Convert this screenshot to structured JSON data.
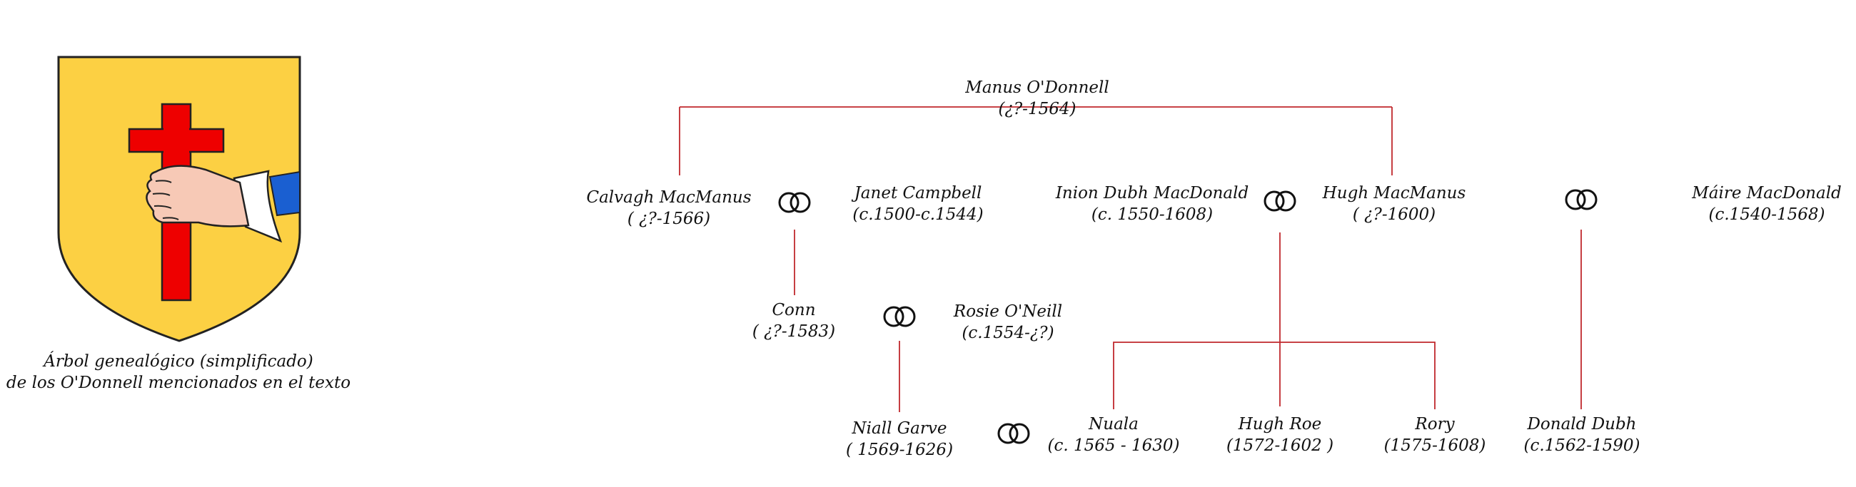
{
  "caption": {
    "line1": "Árbol genealógico (simplificado)",
    "line2": "de los O'Donnell mencionados en el texto"
  },
  "colors": {
    "line": "#c0282d",
    "shield_field": "#fcd043",
    "cross": "#ee0000",
    "sleeve": "#1a5fd1"
  },
  "icons": {
    "coat_of_arms": "shield-with-red-cross-and-hand-icon",
    "marriage": "interlocking-rings-icon"
  },
  "people": {
    "manus": {
      "name": "Manus O'Donnell",
      "dates": "(¿?-1564)"
    },
    "calvagh": {
      "name": "Calvagh  MacManus",
      "dates": "( ¿?-1566)"
    },
    "janet": {
      "name": "Janet Campbell",
      "dates": "(c.1500-c.1544)"
    },
    "ineen": {
      "name": "Inion Dubh MacDonald",
      "dates": "(c. 1550-1608)"
    },
    "hugh_mm": {
      "name": "Hugh  MacManus",
      "dates": "( ¿?-1600)"
    },
    "maire": {
      "name": "Máire MacDonald",
      "dates": "(c.1540-1568)"
    },
    "conn": {
      "name": "Conn",
      "dates": "( ¿?-1583)"
    },
    "rosie": {
      "name": "Rosie O'Neill",
      "dates": "(c.1554-¿?)"
    },
    "niall": {
      "name": "Niall Garve",
      "dates": "( 1569-1626)"
    },
    "nuala": {
      "name": "Nuala",
      "dates": "(c. 1565 - 1630)"
    },
    "hugh_roe": {
      "name": "Hugh Roe",
      "dates": "(1572-1602 )"
    },
    "rory": {
      "name": "Rory",
      "dates": "(1575-1608)"
    },
    "donald": {
      "name": "Donald Dubh",
      "dates": "(c.1562-1590)"
    }
  }
}
